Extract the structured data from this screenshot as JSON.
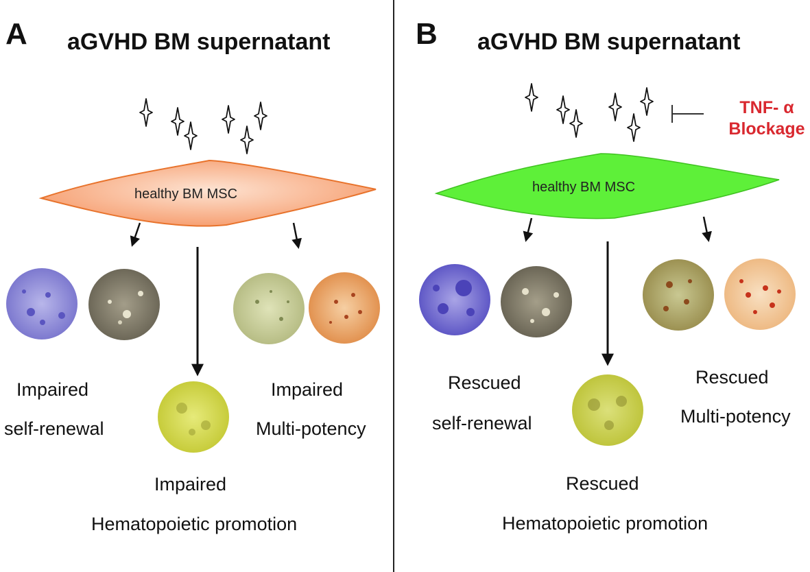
{
  "panel_a": {
    "letter": "A",
    "title": "aGVHD BM supernatant",
    "cell_label": "healthy BM MSC",
    "cell_color": "#f9b58f",
    "cell_border": "#e8732c",
    "left_outcome": [
      "Impaired",
      "self-renewal"
    ],
    "right_outcome": [
      "Impaired",
      "Multi-potency"
    ],
    "bottom_outcome": [
      "Impaired",
      "Hematopoietic promotion"
    ]
  },
  "panel_b": {
    "letter": "B",
    "title": "aGVHD BM supernatant",
    "cell_label": "healthy BM MSC",
    "cell_color": "#5ef039",
    "inhibitor": [
      "TNF- α",
      "Blockage"
    ],
    "inhibitor_color": "#d9282f",
    "left_outcome": [
      "Rescued",
      "self-renewal"
    ],
    "right_outcome": [
      "Rescued",
      "Multi-potency"
    ],
    "bottom_outcome": [
      "Rescued",
      "Hematopoietic promotion"
    ]
  },
  "micrograph_colors": {
    "crystal_violet": "#8d8ad8",
    "phase_contrast": "#8a8470",
    "osteogenic": "#c9cf9a",
    "adipogenic": "#e9a56c",
    "hematopoietic": "#d6dc4a"
  }
}
